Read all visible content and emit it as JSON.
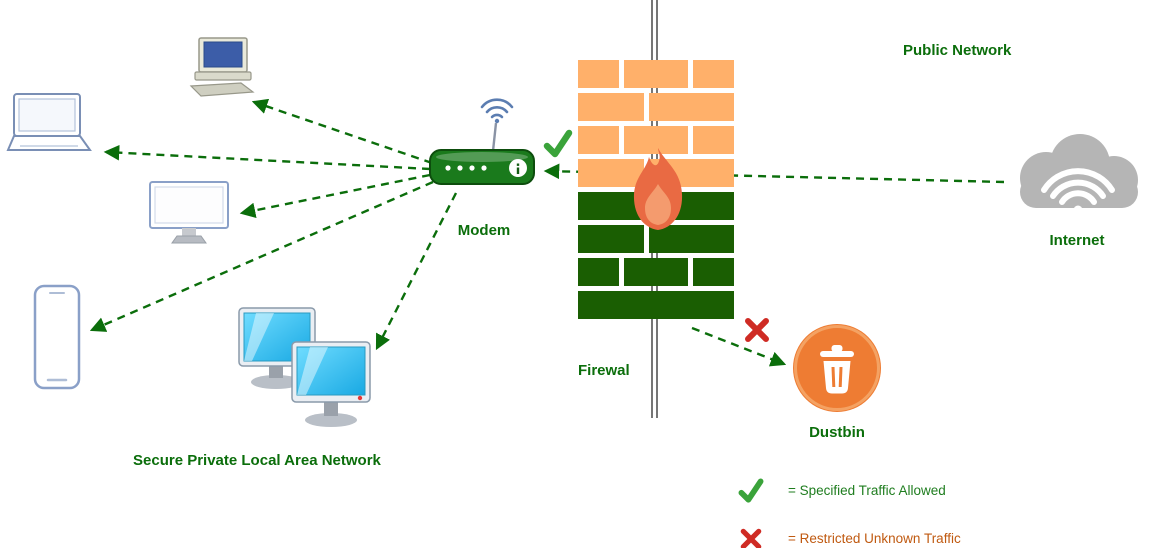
{
  "labels": {
    "public_network": "Public Network",
    "modem": "Modem",
    "firewall": "Firewal",
    "internet": "Internet",
    "dustbin": "Dustbin",
    "lan": "Secure Private Local Area Network"
  },
  "legend": {
    "allowed": {
      "icon": "check-icon",
      "text": "= Specified Traffic Allowed"
    },
    "restricted": {
      "icon": "cross-icon",
      "text": "= Restricted Unknown Traffic"
    }
  },
  "nodes": [
    {
      "id": "desktop-computer",
      "icon": "desktop-computer-icon",
      "label": ""
    },
    {
      "id": "laptop",
      "icon": "laptop-icon",
      "label": ""
    },
    {
      "id": "monitor",
      "icon": "monitor-icon",
      "label": ""
    },
    {
      "id": "smartphone",
      "icon": "smartphone-icon",
      "label": ""
    },
    {
      "id": "workstations",
      "icon": "workstations-icon",
      "label": ""
    },
    {
      "id": "modem",
      "icon": "wifi-router-icon",
      "label": "Modem"
    },
    {
      "id": "firewall",
      "icon": "brick-wall-flame-icon",
      "label": "Firewal"
    },
    {
      "id": "internet",
      "icon": "cloud-wifi-icon",
      "label": "Internet"
    },
    {
      "id": "dustbin",
      "icon": "trash-bin-icon",
      "label": "Dustbin"
    }
  ],
  "connections": [
    {
      "from": "modem",
      "to": "desktop-computer",
      "style": "dashed"
    },
    {
      "from": "modem",
      "to": "laptop",
      "style": "dashed"
    },
    {
      "from": "modem",
      "to": "monitor",
      "style": "dashed"
    },
    {
      "from": "modem",
      "to": "smartphone",
      "style": "dashed"
    },
    {
      "from": "modem",
      "to": "workstations",
      "style": "dashed"
    },
    {
      "from": "internet",
      "to": "modem",
      "style": "dashed",
      "status": "allowed"
    },
    {
      "from": "firewall",
      "to": "dustbin",
      "style": "dashed",
      "status": "restricted"
    }
  ],
  "colors": {
    "arrow_green": "#0b6e0b",
    "label_green": "#0b6e0b",
    "brick_orange": "#ffb06a",
    "brick_green": "#1a5e02",
    "flame_orange": "#e96a43",
    "flame_light": "#f49b6e",
    "dustbin_orange": "#ee7c33",
    "cloud_gray": "#b5b5b5",
    "check_green": "#3aa33a",
    "cross_red": "#cf2b24",
    "legend_restricted_text": "#c05a11",
    "divider_gray": "#3c3c3c"
  }
}
